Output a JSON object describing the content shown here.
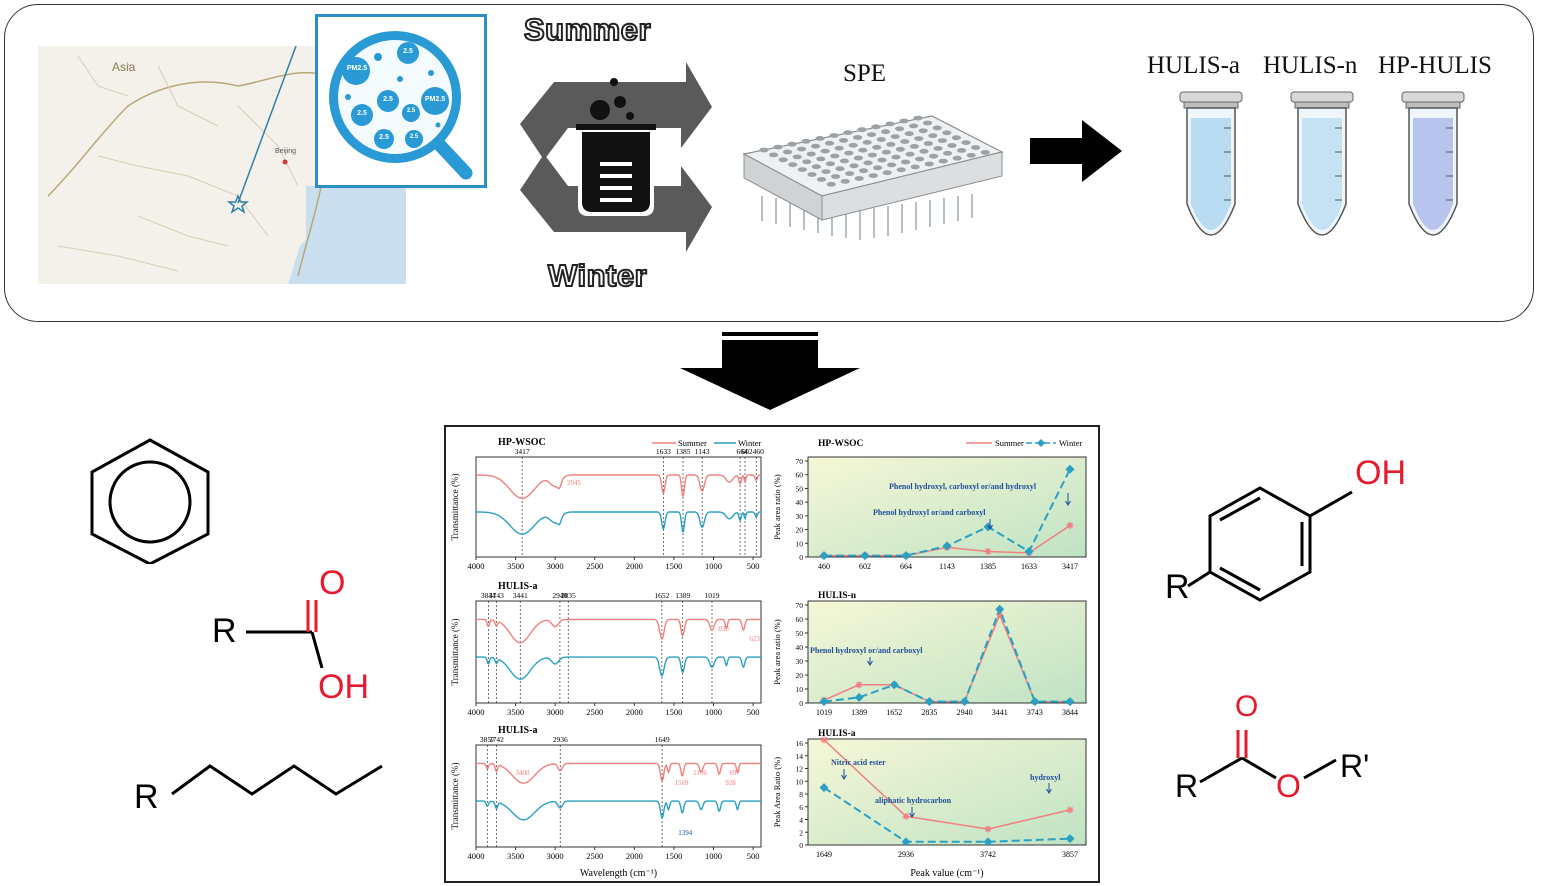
{
  "map": {
    "region_label": "Asia",
    "city_label": "Beijing",
    "particles": [
      "PM2.5",
      "2.5",
      "2.5",
      "2.5",
      "PM2.5",
      "2.5",
      "2.5",
      "2.5"
    ]
  },
  "seasons": {
    "summer": "Summer",
    "winter": "Winter"
  },
  "spe_label": "SPE",
  "tubes": [
    {
      "label": "HULIS-a",
      "color": "#b9dcf2"
    },
    {
      "label": "HULIS-n",
      "color": "#c4e2f4"
    },
    {
      "label": "HP-HULIS",
      "color": "#b8c4ee"
    }
  ],
  "colors": {
    "summer": "#f08080",
    "winter": "#2aa0c4",
    "annotation": "#1f4e9c",
    "accent_red": "#e8192c"
  },
  "ftir": {
    "xlabel": "Wavelength (cm⁻¹)",
    "ylabel": "Transmittance (%)",
    "x_ticks": [
      "4000",
      "3500",
      "3000",
      "2500",
      "2000",
      "1500",
      "1000",
      "500"
    ],
    "legend": {
      "summer": "Summer",
      "winter": "Winter"
    },
    "panels": [
      {
        "title": "HP-WSOC",
        "peaks": [
          "3417",
          "1633",
          "1385",
          "1143",
          "664",
          "602",
          "460"
        ],
        "red_label": "2945"
      },
      {
        "title": "HULIS-a",
        "peaks": [
          "3844",
          "3743",
          "3441",
          "2940",
          "2835",
          "1652",
          "1389",
          "1019"
        ],
        "red_labels": [
          "838",
          "623"
        ]
      },
      {
        "title": "HULIS-a",
        "peaks": [
          "3857",
          "3742",
          "2936",
          "1649"
        ],
        "red_labels": [
          "3400",
          "1569",
          "1156",
          "928",
          "697"
        ],
        "blue_label": "1394"
      }
    ]
  },
  "chart_data": [
    {
      "type": "line",
      "title": "HP-WSOC",
      "ylabel": "Peak area ratio (%)",
      "ylim": [
        0,
        70
      ],
      "y_ticks": [
        "0",
        "10",
        "20",
        "30",
        "40",
        "50",
        "60",
        "70"
      ],
      "categories": [
        "460",
        "602",
        "664",
        "1143",
        "1385",
        "1633",
        "3417"
      ],
      "series": [
        {
          "name": "Summer",
          "values": [
            1,
            1,
            1,
            7,
            4,
            3,
            23
          ]
        },
        {
          "name": "Winter",
          "values": [
            1,
            1,
            1,
            8,
            22,
            4,
            64
          ]
        }
      ],
      "legend": {
        "position": "top-right"
      },
      "annotations": [
        "Phenol hydroxyl, carboxyl or/and hydroxyl",
        "Phenol hydroxyl or/and carboxyl"
      ]
    },
    {
      "type": "line",
      "title": "HULIS-n",
      "ylabel": "Peak area ratio (%)",
      "ylim": [
        0,
        70
      ],
      "y_ticks": [
        "0",
        "10",
        "20",
        "30",
        "40",
        "50",
        "60",
        "70"
      ],
      "categories": [
        "1019",
        "1389",
        "1652",
        "2835",
        "2940",
        "3441",
        "3743",
        "3844"
      ],
      "series": [
        {
          "name": "Summer",
          "values": [
            2,
            13,
            13,
            1,
            1,
            63,
            1,
            1
          ]
        },
        {
          "name": "Winter",
          "values": [
            1,
            4,
            13,
            1,
            1,
            67,
            1,
            1
          ]
        }
      ],
      "annotations": [
        "Phenol hydroxyl or/and carboxyl"
      ]
    },
    {
      "type": "line",
      "title": "HULIS-a",
      "xlabel": "Peak value (cm⁻¹)",
      "ylabel": "Peak Area Ratio (%)",
      "ylim": [
        0,
        16
      ],
      "y_ticks": [
        "0",
        "2",
        "4",
        "6",
        "8",
        "10",
        "12",
        "14",
        "16"
      ],
      "categories": [
        "1649",
        "2936",
        "3742",
        "3857"
      ],
      "series": [
        {
          "name": "Summer",
          "values": [
            16.5,
            4.5,
            2.5,
            5.5
          ]
        },
        {
          "name": "Winter",
          "values": [
            9,
            0.5,
            0.5,
            1
          ]
        }
      ],
      "annotations": [
        "Nitric acid ester",
        "aliphatic hydrocarbon",
        "hydroxyl"
      ]
    }
  ],
  "chem": {
    "R": "R",
    "O": "O",
    "OH": "OH",
    "R_prime": "R'"
  }
}
